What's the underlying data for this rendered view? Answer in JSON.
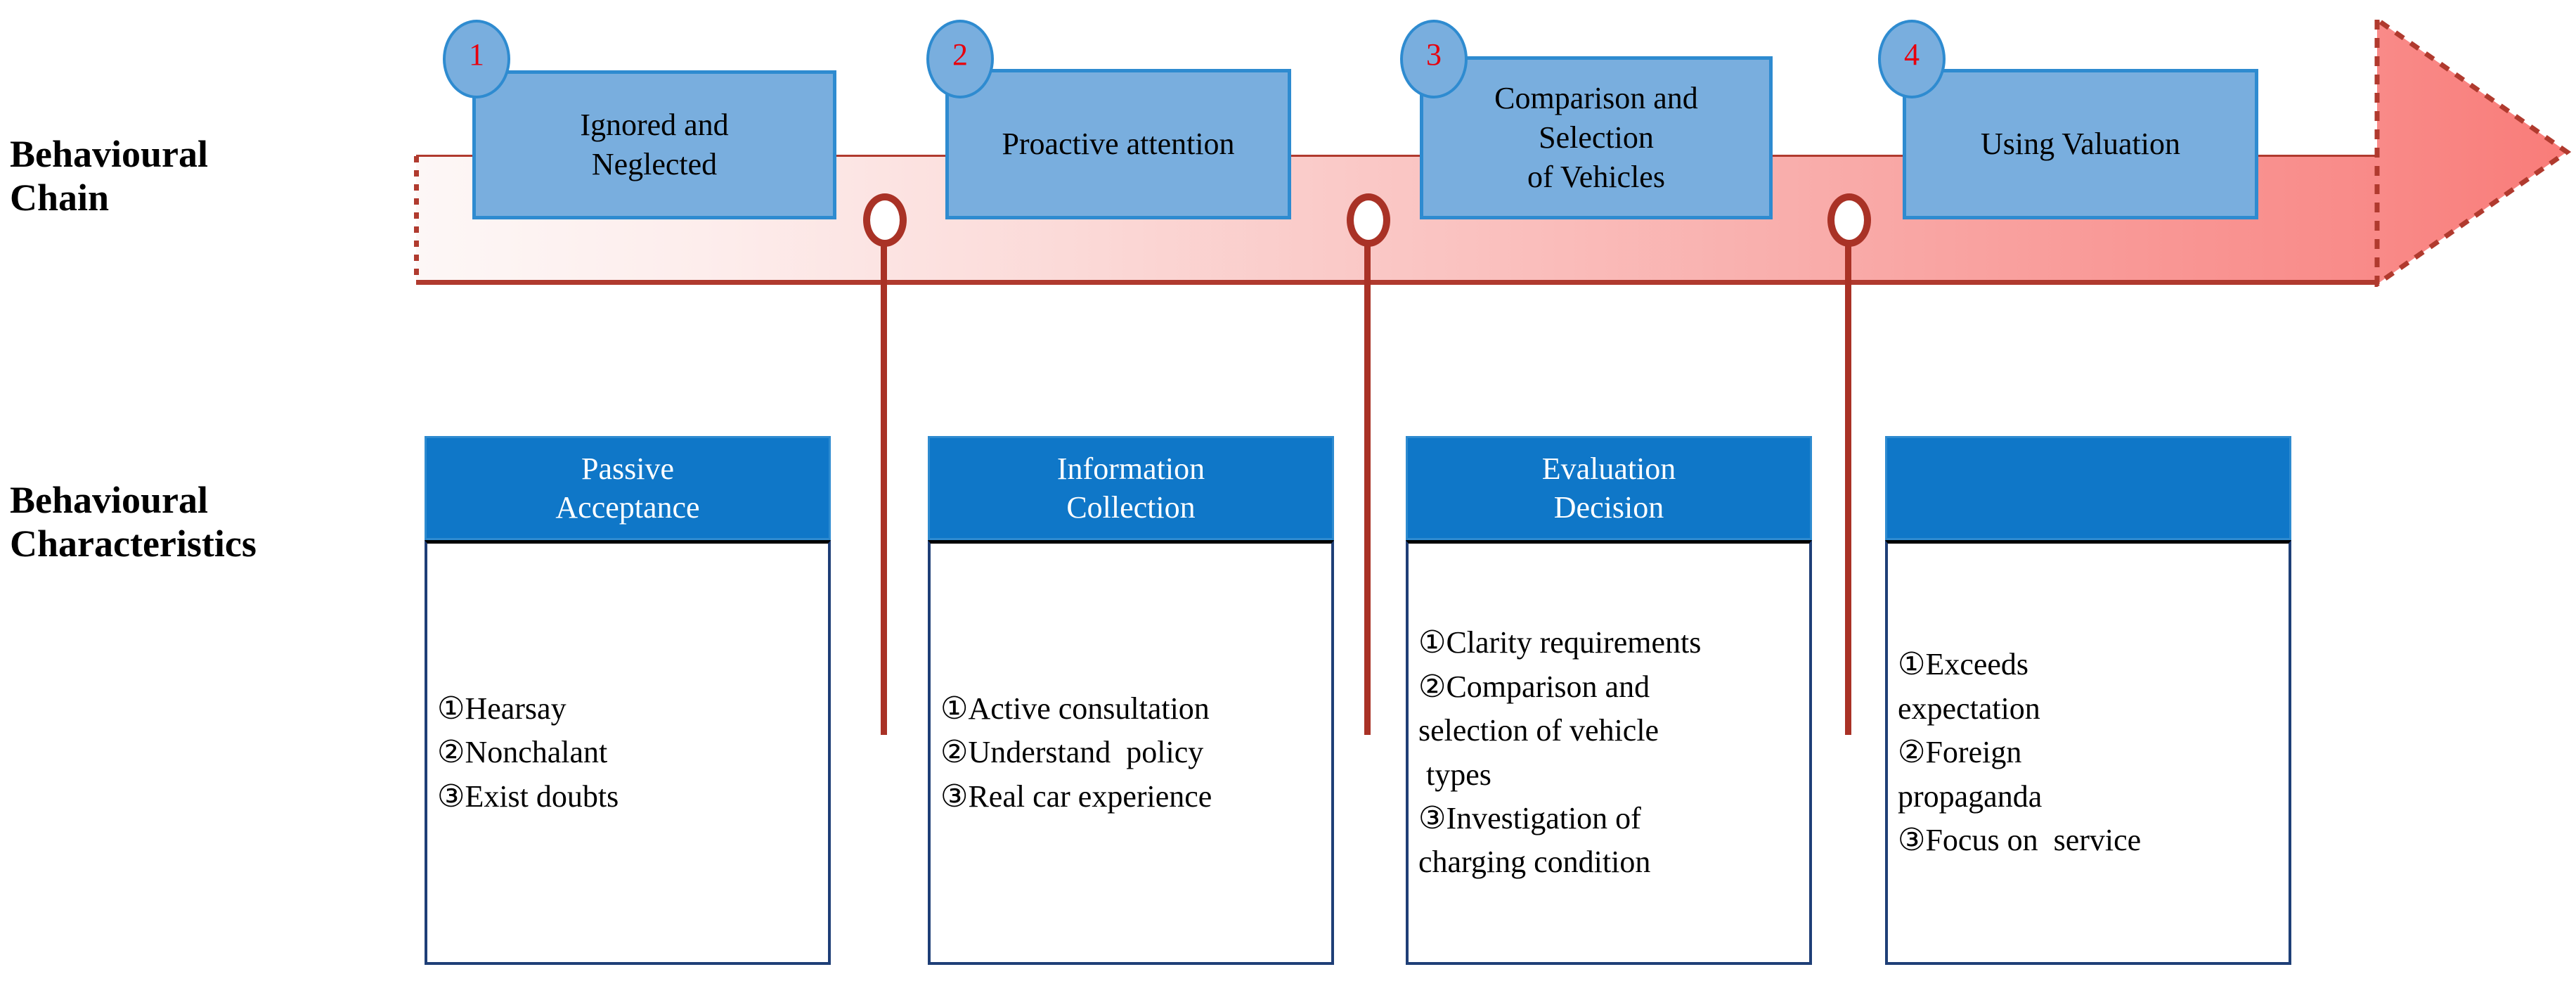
{
  "diagram": {
    "rows": [
      {
        "id": "behavioural-chain",
        "label": "Behavioural\nChain"
      },
      {
        "id": "behavioural-characteristics",
        "label": "Behavioural\nCharacteristics"
      }
    ],
    "colors": {
      "stage_fill": "#79aede",
      "stage_border": "#2e8bd0",
      "badge_number": "#e8000d",
      "arrow_fill_start": "#fdf7f6",
      "arrow_fill_end": "#f98a88",
      "arrow_outline": "#b03a2e",
      "connector": "#a93226",
      "card_header_fill": "#0f77c8",
      "card_header_text": "#ffffff",
      "card_border": "#1f3f77"
    },
    "stages": [
      {
        "number": "1",
        "title": "Ignored and\nNeglected"
      },
      {
        "number": "2",
        "title": "Proactive attention"
      },
      {
        "number": "3",
        "title": "Comparison and\nSelection\nof Vehicles"
      },
      {
        "number": "4",
        "title": "Using Valuation"
      }
    ],
    "characteristics": [
      {
        "header": "Passive\nAcceptance",
        "items": [
          "①Hearsay",
          "②Nonchalant",
          "③Exist doubts"
        ]
      },
      {
        "header": "Information\nCollection",
        "items": [
          "①Active consultation",
          "②Understand  policy",
          "③Real car experience"
        ]
      },
      {
        "header": "Evaluation\nDecision",
        "items": [
          "①Clarity requirements",
          "②Comparison and\nselection of vehicle\n types",
          "③Investigation of\ncharging condition"
        ]
      },
      {
        "header": "",
        "items": [
          "①Exceeds\nexpectation",
          "②Foreign\npropaganda",
          "③Focus on  service"
        ]
      }
    ]
  }
}
